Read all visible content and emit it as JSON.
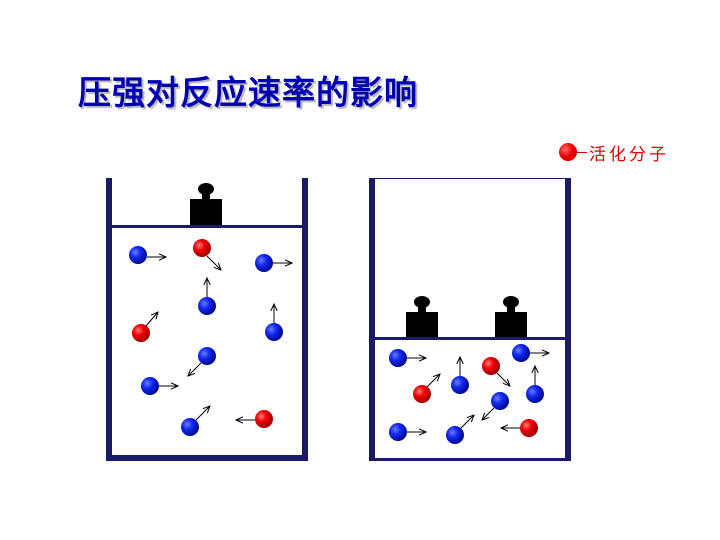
{
  "title": "压强对反应速率的影响",
  "legend": {
    "label": "活化分子",
    "marker_color": "#ff0000"
  },
  "colors": {
    "title": "#0000b0",
    "container_wall": "#1a1a66",
    "active_molecule": "#ff0000",
    "normal_molecule": "#0000ff",
    "weight": "#000000"
  },
  "containers": [
    {
      "id": "low-pressure",
      "weights": 1,
      "molecules": {
        "active": 3,
        "normal": 7
      }
    },
    {
      "id": "high-pressure",
      "weights": 2,
      "molecules": {
        "active": 3,
        "normal": 7
      }
    }
  ],
  "icons": {
    "weight": "weight-icon",
    "molecule": "molecule-icon",
    "arrow": "arrow-icon"
  }
}
